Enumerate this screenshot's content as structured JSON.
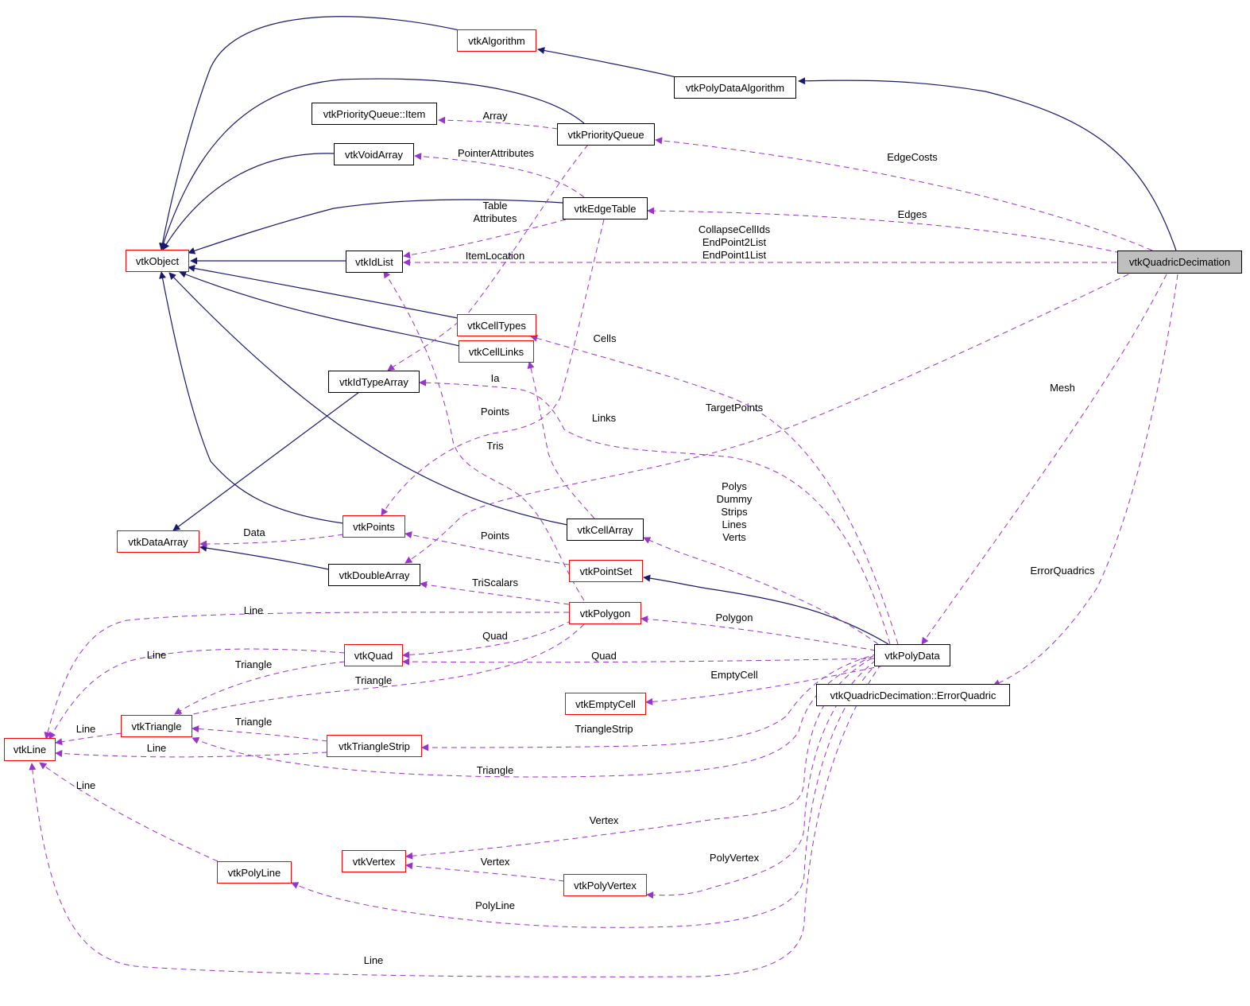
{
  "diagram": {
    "colors": {
      "inherit": "#191970",
      "usage": "#9a32cd",
      "doc_border": "#ff0000",
      "undoc_border": "#000000",
      "focus_fill": "#bfbfbf"
    },
    "nodes": [
      {
        "id": "algo",
        "label": "vtkAlgorithm",
        "border": "red"
      },
      {
        "id": "pda",
        "label": "vtkPolyDataAlgorithm",
        "border": "black"
      },
      {
        "id": "pqitem",
        "label": "vtkPriorityQueue::Item",
        "border": "black"
      },
      {
        "id": "pq",
        "label": "vtkPriorityQueue",
        "border": "black"
      },
      {
        "id": "void",
        "label": "vtkVoidArray",
        "border": "black"
      },
      {
        "id": "edge",
        "label": "vtkEdgeTable",
        "border": "black"
      },
      {
        "id": "obj",
        "label": "vtkObject",
        "border": "red"
      },
      {
        "id": "idlist",
        "label": "vtkIdList",
        "border": "black"
      },
      {
        "id": "qd",
        "label": "vtkQuadricDecimation",
        "border": "focus"
      },
      {
        "id": "celltypes",
        "label": "vtkCellTypes",
        "border": "red"
      },
      {
        "id": "celllinks",
        "label": "vtkCellLinks",
        "border": "red"
      },
      {
        "id": "idtype",
        "label": "vtkIdTypeArray",
        "border": "black"
      },
      {
        "id": "points",
        "label": "vtkPoints",
        "border": "red"
      },
      {
        "id": "cellarr",
        "label": "vtkCellArray",
        "border": "black"
      },
      {
        "id": "dataarr",
        "label": "vtkDataArray",
        "border": "red"
      },
      {
        "id": "pointset",
        "label": "vtkPointSet",
        "border": "red"
      },
      {
        "id": "double",
        "label": "vtkDoubleArray",
        "border": "black"
      },
      {
        "id": "polygon",
        "label": "vtkPolygon",
        "border": "red"
      },
      {
        "id": "polydata",
        "label": "vtkPolyData",
        "border": "black"
      },
      {
        "id": "quad",
        "label": "vtkQuad",
        "border": "red"
      },
      {
        "id": "errq",
        "label": "vtkQuadricDecimation::ErrorQuadric",
        "border": "black"
      },
      {
        "id": "empty",
        "label": "vtkEmptyCell",
        "border": "red"
      },
      {
        "id": "tri",
        "label": "vtkTriangle",
        "border": "red"
      },
      {
        "id": "line",
        "label": "vtkLine",
        "border": "red"
      },
      {
        "id": "tristrip",
        "label": "vtkTriangleStrip",
        "border": "red"
      },
      {
        "id": "vertex",
        "label": "vtkVertex",
        "border": "red"
      },
      {
        "id": "polyline",
        "label": "vtkPolyLine",
        "border": "red"
      },
      {
        "id": "polyvertex",
        "label": "vtkPolyVertex",
        "border": "red"
      }
    ],
    "edge_labels": [
      {
        "id": "array",
        "text": "Array"
      },
      {
        "id": "pointerattr",
        "text": "PointerAttributes"
      },
      {
        "id": "edgecosts",
        "text": "EdgeCosts"
      },
      {
        "id": "tableattr",
        "text": "Table\nAttributes"
      },
      {
        "id": "edges",
        "text": "Edges"
      },
      {
        "id": "collapse",
        "text": "CollapseCellIds\nEndPoint2List\nEndPoint1List"
      },
      {
        "id": "itemloc",
        "text": "ItemLocation"
      },
      {
        "id": "cells",
        "text": "Cells"
      },
      {
        "id": "ia",
        "text": "Ia"
      },
      {
        "id": "mesh",
        "text": "Mesh"
      },
      {
        "id": "links",
        "text": "Links"
      },
      {
        "id": "targetpoints",
        "text": "TargetPoints"
      },
      {
        "id": "points1",
        "text": "Points"
      },
      {
        "id": "tris",
        "text": "Tris"
      },
      {
        "id": "polys",
        "text": "Polys\nDummy\nStrips\nLines\nVerts"
      },
      {
        "id": "data",
        "text": "Data"
      },
      {
        "id": "points2",
        "text": "Points"
      },
      {
        "id": "errquad",
        "text": "ErrorQuadrics"
      },
      {
        "id": "triscalars",
        "text": "TriScalars"
      },
      {
        "id": "line_top",
        "text": "Line"
      },
      {
        "id": "polygon",
        "text": "Polygon"
      },
      {
        "id": "quad1",
        "text": "Quad"
      },
      {
        "id": "line2",
        "text": "Line"
      },
      {
        "id": "quad2",
        "text": "Quad"
      },
      {
        "id": "triangle1",
        "text": "Triangle"
      },
      {
        "id": "triangle2",
        "text": "Triangle"
      },
      {
        "id": "emptycell",
        "text": "EmptyCell"
      },
      {
        "id": "line3",
        "text": "Line"
      },
      {
        "id": "triangle3",
        "text": "Triangle"
      },
      {
        "id": "tristrip",
        "text": "TriangleStrip"
      },
      {
        "id": "line4",
        "text": "Line"
      },
      {
        "id": "triangle4",
        "text": "Triangle"
      },
      {
        "id": "line5",
        "text": "Line"
      },
      {
        "id": "vertex1",
        "text": "Vertex"
      },
      {
        "id": "polyvertex",
        "text": "PolyVertex"
      },
      {
        "id": "vertex2",
        "text": "Vertex"
      },
      {
        "id": "polyline",
        "text": "PolyLine"
      },
      {
        "id": "line6",
        "text": "Line"
      }
    ]
  }
}
